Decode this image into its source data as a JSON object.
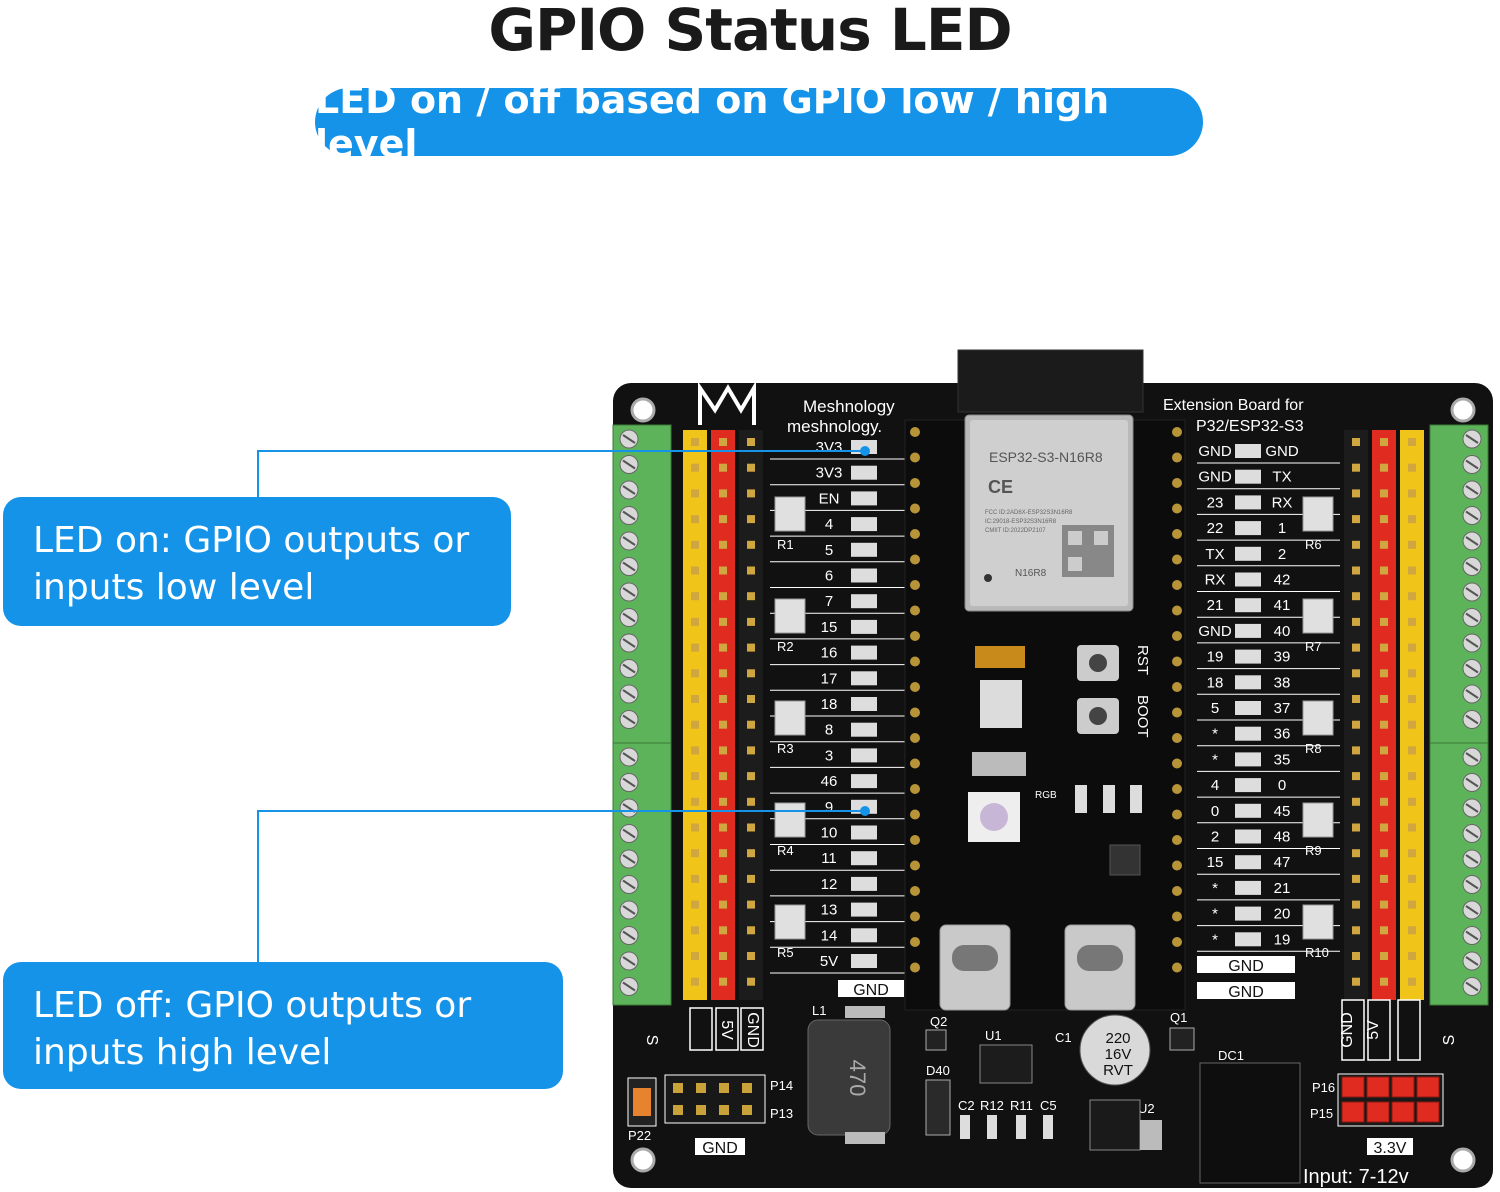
{
  "title": "GPIO Status LED",
  "subtitle": "LED on / off based on GPIO low / high level",
  "callout_on": {
    "line1": "LED on: GPIO outputs or",
    "line2": "inputs low level"
  },
  "callout_off": {
    "line1": "LED off: GPIO outputs or",
    "line2": "inputs high level"
  },
  "colors": {
    "accent": "#1593e8",
    "board": "#111111",
    "terminal": "#5db35a",
    "yellow": "#f0c419",
    "red": "#e02b20"
  },
  "board": {
    "brand_name": "Meshnology",
    "brand_url": "meshnology.",
    "product_line1": "Extension Board for",
    "product_line2": "P32/ESP32-S3",
    "module_name": "ESP32-S3-N16R8",
    "module_ce": "CE",
    "module_fcc1": "FCC ID:2AD6X-ESP32S3N16R8",
    "module_fcc2": "IC:29018-ESP32S3N16R8",
    "module_fcc3": "CMIIT ID:2022DP2107",
    "module_variant": "N16R8",
    "left_pins": [
      "3V3",
      "3V3",
      "EN",
      "4",
      "5",
      "6",
      "7",
      "15",
      "16",
      "17",
      "18",
      "8",
      "3",
      "46",
      "9",
      "10",
      "11",
      "12",
      "13",
      "14",
      "5V"
    ],
    "left_gnd": "GND",
    "right_pins": [
      "GND",
      "GND",
      "23",
      "22",
      "TX",
      "RX",
      "21",
      "GND",
      "19",
      "18",
      "5",
      "*",
      "*",
      "4",
      "0",
      "2",
      "15",
      "*",
      "*",
      "*"
    ],
    "right_pins2": [
      "GND",
      "TX",
      "RX",
      "1",
      "2",
      "42",
      "41",
      "40",
      "39",
      "38",
      "37",
      "36",
      "35",
      "0",
      "45",
      "48",
      "47",
      "21",
      "20",
      "19"
    ],
    "right_gnd1": "GND",
    "right_gnd2": "GND",
    "resistor_left": [
      "R1",
      "R2",
      "R3",
      "R4",
      "R5"
    ],
    "resistor_right": [
      "R6",
      "R7",
      "R8",
      "R9",
      "R10"
    ],
    "btn_rst": "RST",
    "btn_boot": "BOOT",
    "rgb": "RGB",
    "bottom_5v": "5V",
    "bottom_gnd": "GND",
    "bottom_s": "S",
    "p14": "P14",
    "p13": "P13",
    "p22": "P22",
    "p16": "P16",
    "p15": "P15",
    "gnd_header": "GND",
    "v33": "3.3V",
    "l1": "L1",
    "inductor": "470",
    "q2": "Q2",
    "u1": "U1",
    "d40": "D40",
    "c1": "C1",
    "cap_line1": "220",
    "cap_line2": "16V",
    "cap_line3": "RVT",
    "q1": "Q1",
    "dc1": "DC1",
    "u2": "U2",
    "passives": [
      "C2",
      "R12",
      "R11",
      "C5"
    ],
    "input": "Input: 7-12v"
  }
}
